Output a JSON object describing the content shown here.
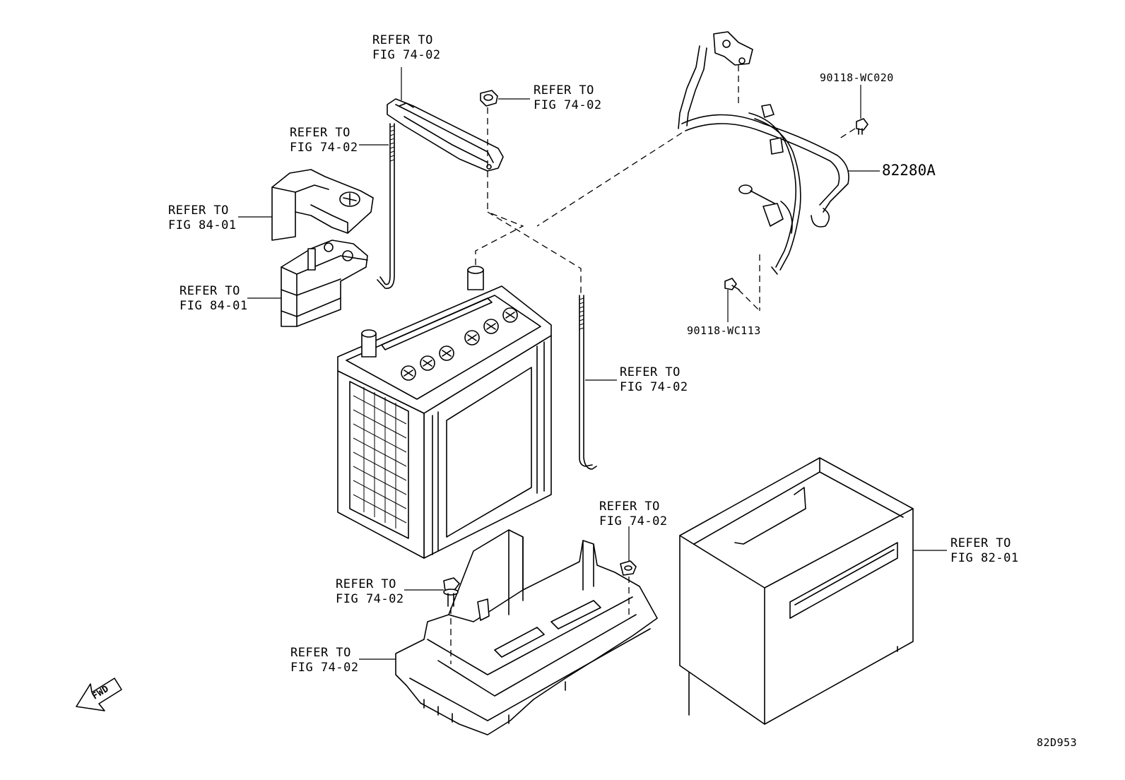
{
  "labels": {
    "refer_bracket_top": "REFER TO\nFIG 74-02",
    "refer_nut_top": "REFER TO\nFIG 74-02",
    "refer_rod_left": "REFER TO\nFIG 74-02",
    "refer_fuse_cover": "REFER TO\nFIG 84-01",
    "refer_fuse_block": "REFER TO\nFIG 84-01",
    "refer_rod_right": "REFER TO\nFIG 74-02",
    "refer_tray_nut": "REFER TO\nFIG 74-02",
    "refer_tray_bolt": "REFER TO\nFIG 74-02",
    "refer_tray": "REFER TO\nFIG 74-02",
    "refer_box": "REFER TO\nFIG 82-01",
    "part_bolt_top": "90118-WC020",
    "part_cable": "82280A",
    "part_bolt_bottom": "90118-WC113",
    "fwd": "FWD",
    "diagram_code": "82D953"
  },
  "icons": {
    "fwd_arrow": "fwd-arrow-icon"
  }
}
